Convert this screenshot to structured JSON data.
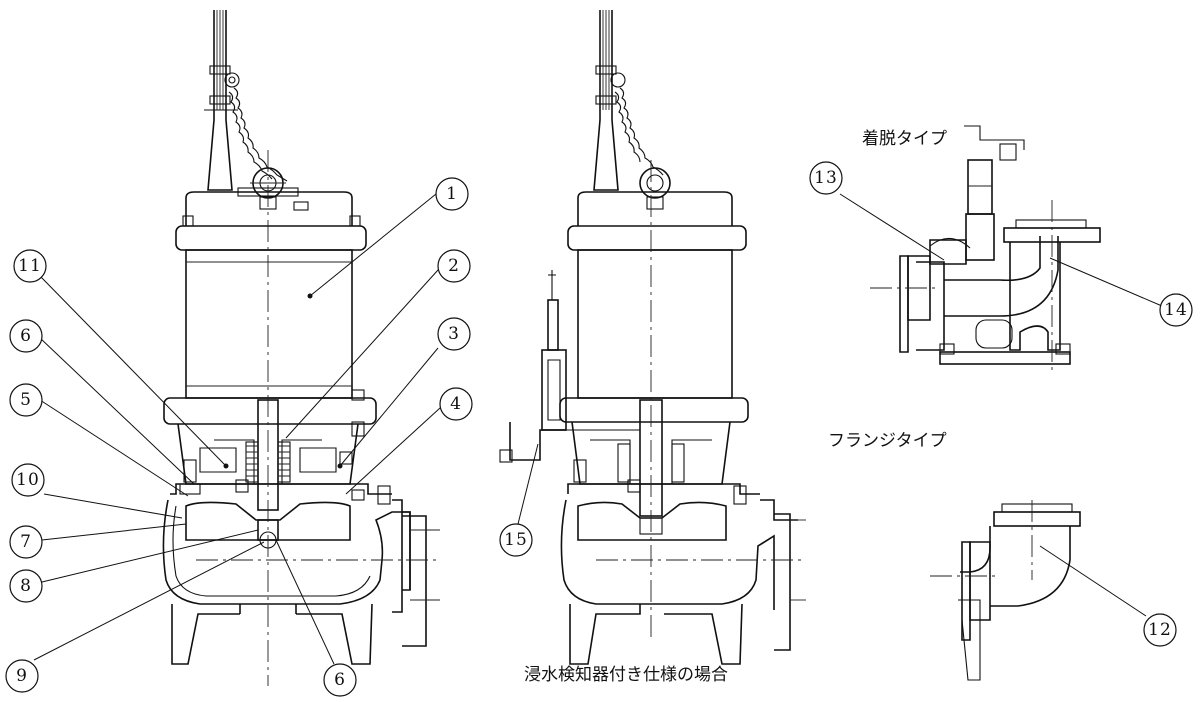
{
  "captions": {
    "detachable_type": "着脱タイプ",
    "flange_type": "フランジタイプ",
    "water_detector_spec": "浸水検知器付き仕様の場合"
  },
  "callouts": {
    "c1": "1",
    "c2": "2",
    "c3": "3",
    "c4": "4",
    "c5": "5",
    "c6a": "6",
    "c6b": "6",
    "c7": "7",
    "c8": "8",
    "c9": "9",
    "c10": "10",
    "c11": "11",
    "c12": "12",
    "c13": "13",
    "c14": "14",
    "c15": "15"
  }
}
